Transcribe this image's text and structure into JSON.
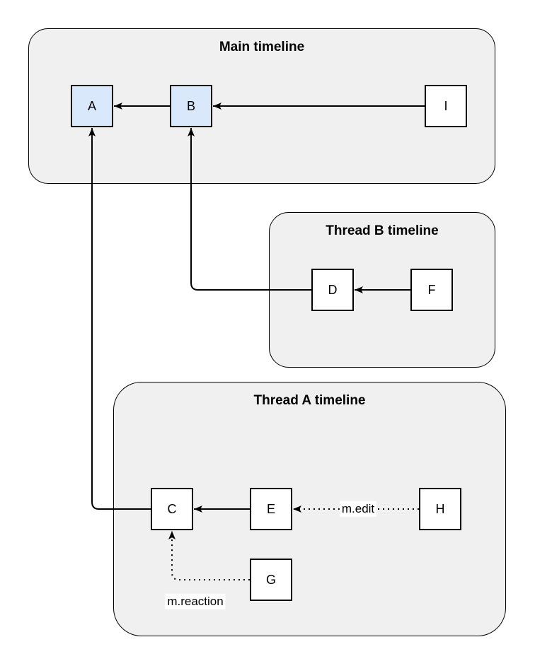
{
  "diagram": {
    "containers": {
      "main": {
        "title": "Main timeline"
      },
      "thread_b": {
        "title": "Thread B timeline"
      },
      "thread_a": {
        "title": "Thread A timeline"
      }
    },
    "nodes": {
      "a": {
        "label": "A",
        "highlighted": true
      },
      "b": {
        "label": "B",
        "highlighted": true
      },
      "i": {
        "label": "I",
        "highlighted": false
      },
      "d": {
        "label": "D",
        "highlighted": false
      },
      "f": {
        "label": "F",
        "highlighted": false
      },
      "c": {
        "label": "C",
        "highlighted": false
      },
      "e": {
        "label": "E",
        "highlighted": false
      },
      "h": {
        "label": "H",
        "highlighted": false
      },
      "g": {
        "label": "G",
        "highlighted": false
      }
    },
    "edges": {
      "b_to_a": {
        "style": "solid"
      },
      "i_to_b": {
        "style": "solid"
      },
      "f_to_d": {
        "style": "solid"
      },
      "d_to_b": {
        "style": "solid"
      },
      "e_to_c": {
        "style": "solid"
      },
      "c_to_a": {
        "style": "solid"
      },
      "h_to_e": {
        "style": "dotted",
        "label": "m.edit"
      },
      "g_to_c": {
        "style": "dotted",
        "label": "m.reaction"
      }
    },
    "edge_labels": {
      "edit": "m.edit",
      "reaction": "m.reaction"
    },
    "colors": {
      "container_fill": "#f0f0f0",
      "container_border": "#000000",
      "node_fill": "#ffffff",
      "node_border": "#000000",
      "highlight_fill": "#dae8fc",
      "edge_color": "#000000",
      "label_bg": "#ffffff",
      "text_color": "#000000",
      "canvas_bg": "#ffffff"
    }
  }
}
